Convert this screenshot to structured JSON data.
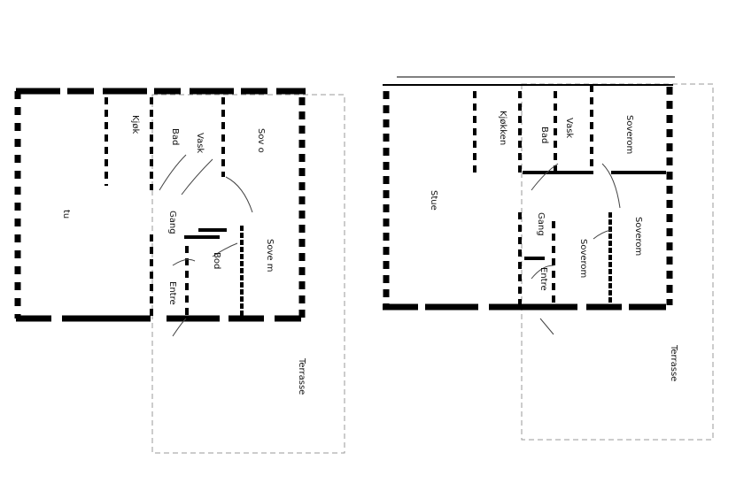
{
  "plans": [
    {
      "name": "left-plan",
      "rooms": [
        {
          "id": "living",
          "label": "tu"
        },
        {
          "id": "kitchen",
          "label": "Kjøk"
        },
        {
          "id": "bath",
          "label": "Bad"
        },
        {
          "id": "laundry",
          "label": "Vask"
        },
        {
          "id": "bedroom-1",
          "label": "Sov o"
        },
        {
          "id": "hall",
          "label": "Gang"
        },
        {
          "id": "entry",
          "label": "Entre"
        },
        {
          "id": "closet",
          "label": "Bod"
        },
        {
          "id": "bedroom-2",
          "label": "Sove m"
        },
        {
          "id": "terrace",
          "label": "Terrasse"
        }
      ]
    },
    {
      "name": "right-plan",
      "rooms": [
        {
          "id": "living",
          "label": "Stue"
        },
        {
          "id": "kitchen",
          "label": "Kjøkken"
        },
        {
          "id": "bath",
          "label": "Bad"
        },
        {
          "id": "laundry",
          "label": "Vask"
        },
        {
          "id": "bedroom-1",
          "label": "Soverom"
        },
        {
          "id": "hall",
          "label": "Gang"
        },
        {
          "id": "entry",
          "label": "Entre"
        },
        {
          "id": "bedroom-2",
          "label": "Soverom"
        },
        {
          "id": "bedroom-3",
          "label": "Soverom"
        },
        {
          "id": "terrace",
          "label": "Terrasse"
        }
      ]
    }
  ]
}
